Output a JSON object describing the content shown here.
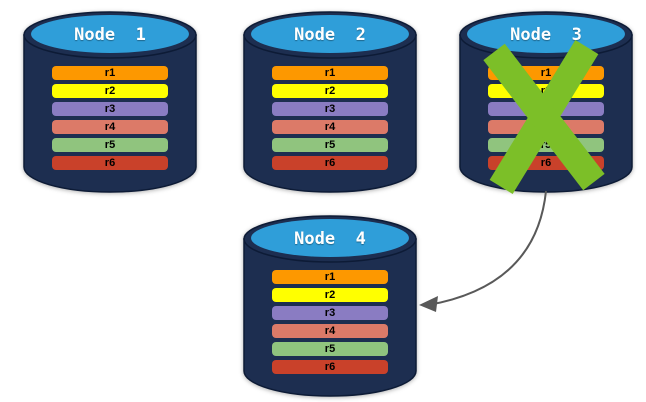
{
  "diagram": {
    "title": "replicated database nodes with failed node re-replication",
    "background": "#ffffff",
    "nodes": [
      {
        "title": "Node  1",
        "status": "active"
      },
      {
        "title": "Node  2",
        "status": "active"
      },
      {
        "title": "Node  3",
        "status": "failed"
      },
      {
        "title": "Node  4",
        "status": "active"
      }
    ],
    "replicas": [
      {
        "label": "r1",
        "color": "#FD9800"
      },
      {
        "label": "r2",
        "color": "#FFFF00"
      },
      {
        "label": "r3",
        "color": "#8A7CC2"
      },
      {
        "label": "r4",
        "color": "#DC7A68"
      },
      {
        "label": "r5",
        "color": "#90C47E"
      },
      {
        "label": "r6",
        "color": "#C9412A"
      }
    ],
    "colors": {
      "cylinder_body": "#1D2E50",
      "cylinder_edge": "#0D1B36",
      "cylinder_top": "#2F9ED9",
      "title_text": "#FFFFFF",
      "bar_text": "#000000",
      "failure_cross": "#7CBF28",
      "arrow": "#595959"
    },
    "icons": {
      "failure_cross": "x-mark",
      "arrow": "curved-arrow-from-node3-to-node4"
    }
  }
}
